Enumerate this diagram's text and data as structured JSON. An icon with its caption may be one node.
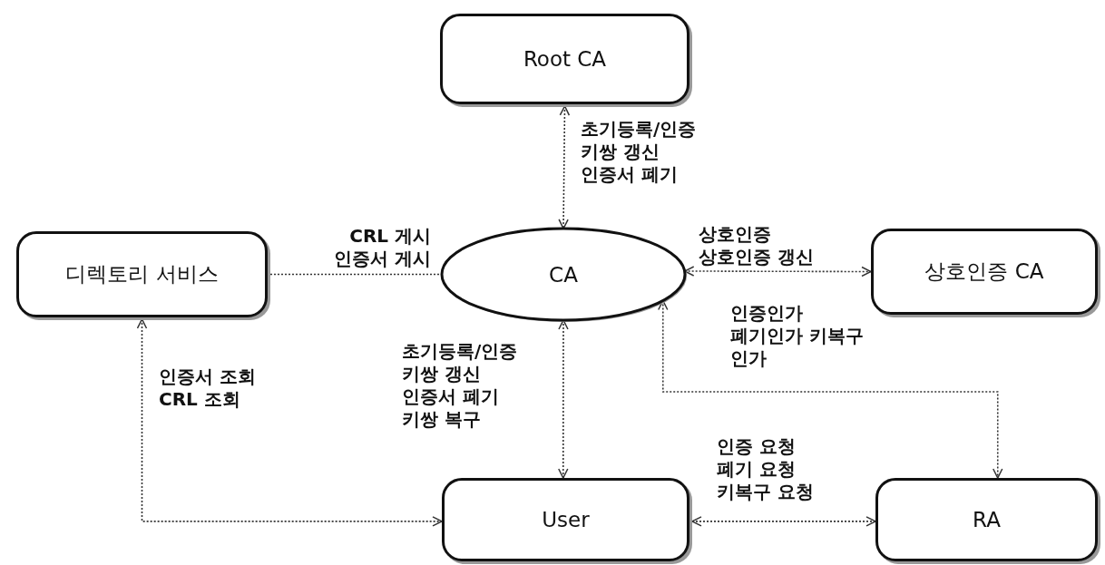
{
  "diagram": {
    "nodes": [
      {
        "text": [
          "Root CA"
        ]
      },
      {
        "text": [
          "디렉토리 서비스"
        ]
      },
      {
        "text": [
          "CA"
        ]
      },
      {
        "text": [
          "상호인증 CA"
        ]
      },
      {
        "text": [
          "User"
        ]
      },
      {
        "text": [
          "RA"
        ]
      }
    ],
    "edges": [
      {
        "from": 0,
        "to": 2,
        "arrow": "both",
        "label": "초기등록/인증 키쌍 갱신 인증서 폐기"
      },
      {
        "from": 1,
        "to": 2,
        "arrow": "none",
        "label": "CRL 게시 인증서 게시"
      },
      {
        "from": 2,
        "to": 3,
        "arrow": "both",
        "label": "상호인증 상호인증 갱신"
      },
      {
        "from": 2,
        "to": 5,
        "arrow": "both",
        "label": "인증인가 폐기인가 키복구 인가"
      },
      {
        "from": 2,
        "to": 4,
        "arrow": "both",
        "label": "초기등록/인증 키쌍 갱신 인증서 폐기 키쌍 복구"
      },
      {
        "from": 1,
        "to": 4,
        "arrow": "both",
        "label": "인증서 조회 CRL 조회"
      },
      {
        "from": 4,
        "to": 5,
        "arrow": "both",
        "label": "인증 요청 폐기 요청 키복구 요청"
      }
    ]
  }
}
